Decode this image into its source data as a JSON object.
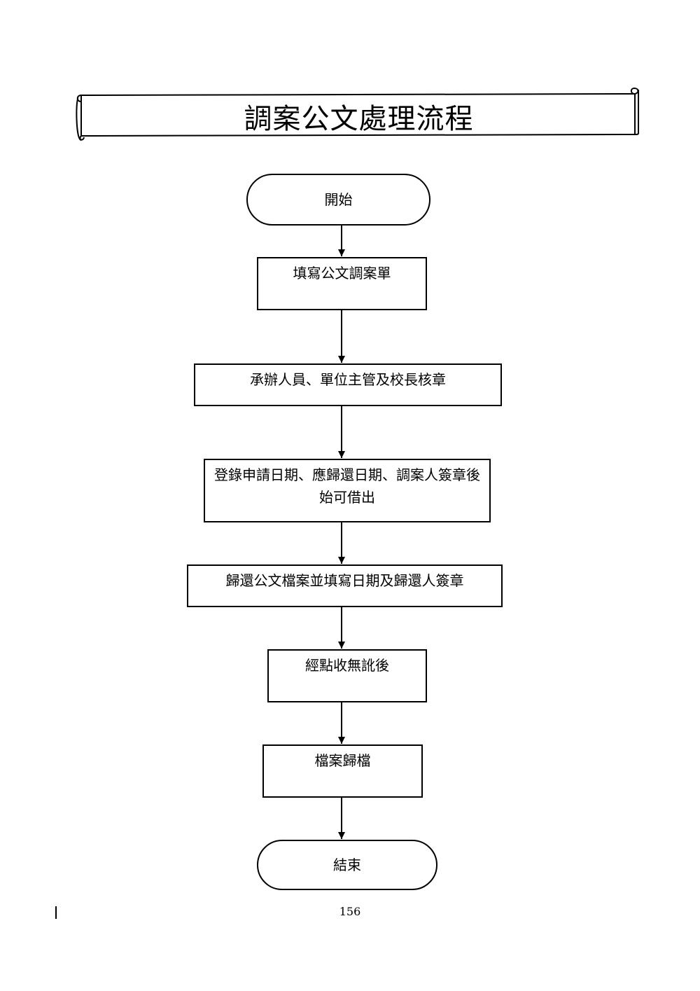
{
  "title": "調案公文處理流程",
  "flow": {
    "start": "開始",
    "steps": [
      "填寫公文調案單",
      "承辦人員、單位主管及校長核章",
      "登錄申請日期、應歸還日期、調案人簽章後始可借出",
      "歸還公文檔案並填寫日期及歸還人簽章",
      "經點收無訛後",
      "檔案歸檔"
    ],
    "end": "結束"
  },
  "page_number": "156"
}
